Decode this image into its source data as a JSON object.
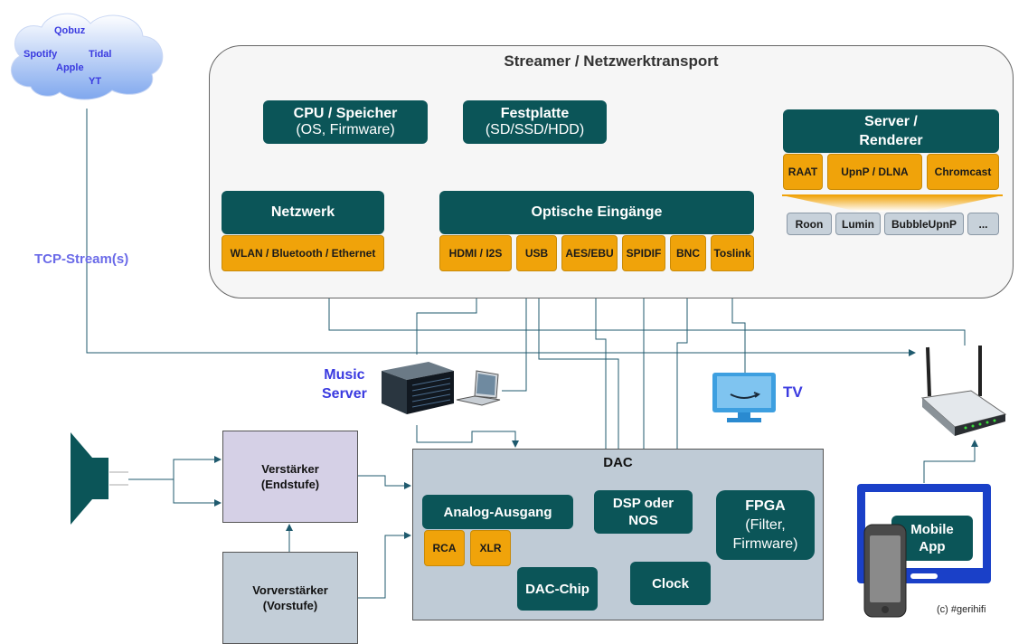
{
  "cloud": {
    "services": [
      "Qobuz",
      "Spotify",
      "Tidal",
      "Apple",
      "YT"
    ]
  },
  "tcp_label": "TCP-Stream(s)",
  "streamer": {
    "title": "Streamer / Netzwerktransport",
    "cpu": {
      "line1": "CPU / Speicher",
      "line2": "(OS, Firmware)"
    },
    "disk": {
      "line1": "Festplatte",
      "line2": "(SD/SSD/HDD)"
    },
    "network": {
      "title": "Netzwerk",
      "option": "WLAN / Bluetooth / Ethernet"
    },
    "inputs": {
      "title": "Optische Eingänge",
      "items": [
        "HDMI / I2S",
        "USB",
        "AES/EBU",
        "SPIDIF",
        "BNC",
        "Toslink"
      ]
    },
    "server": {
      "line1": "Server /",
      "line2": "Renderer",
      "protocols": [
        "RAAT",
        "UpnP / DLNA",
        "Chromcast"
      ],
      "apps": [
        "Roon",
        "Lumin",
        "BubbleUpnP",
        "..."
      ]
    }
  },
  "music_server": {
    "line1": "Music",
    "line2": "Server"
  },
  "tv_label": "TV",
  "amplifier": {
    "line1": "Verstärker",
    "line2": "(Endstufe)"
  },
  "preamp": {
    "line1": "Vorverstärker",
    "line2": "(Vorstufe)"
  },
  "dac": {
    "title": "DAC",
    "analog": {
      "title": "Analog-Ausgang",
      "outputs": [
        "RCA",
        "XLR"
      ]
    },
    "dsp": {
      "line1": "DSP oder",
      "line2": "NOS"
    },
    "fpga": {
      "line1": "FPGA",
      "line2": "(Filter,",
      "line3": "Firmware)"
    },
    "chip": "DAC-Chip",
    "clock": "Clock"
  },
  "mobile_app": {
    "line1": "Mobile",
    "line2": "App"
  },
  "copyright": "(c) #gerihifi",
  "colors": {
    "teal": "#0b5558",
    "orange": "#f0a30a",
    "wire": "#1f5a6e",
    "label_blue": "#3a3ae0"
  },
  "icons": [
    "cloud-icon",
    "speaker-icon",
    "music-server-icon",
    "laptop-icon",
    "tv-icon",
    "router-icon",
    "tablet-icon",
    "phone-icon"
  ]
}
